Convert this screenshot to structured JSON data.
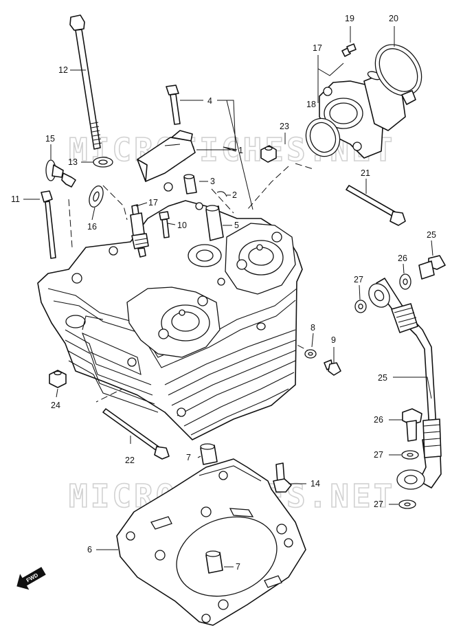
{
  "watermark": "MICROFICHES.NET",
  "direction_marker": "FWD",
  "callouts": [
    {
      "id": "1",
      "text": "1"
    },
    {
      "id": "2",
      "text": "2"
    },
    {
      "id": "3",
      "text": "3"
    },
    {
      "id": "4",
      "text": "4"
    },
    {
      "id": "5",
      "text": "5"
    },
    {
      "id": "6",
      "text": "6"
    },
    {
      "id": "7a",
      "text": "7"
    },
    {
      "id": "7b",
      "text": "7"
    },
    {
      "id": "8",
      "text": "8"
    },
    {
      "id": "9",
      "text": "9"
    },
    {
      "id": "10",
      "text": "10"
    },
    {
      "id": "11",
      "text": "11"
    },
    {
      "id": "12",
      "text": "12"
    },
    {
      "id": "13",
      "text": "13"
    },
    {
      "id": "14",
      "text": "14"
    },
    {
      "id": "15",
      "text": "15"
    },
    {
      "id": "16",
      "text": "16"
    },
    {
      "id": "17",
      "text": "17"
    },
    {
      "id": "18",
      "text": "18"
    },
    {
      "id": "19",
      "text": "19"
    },
    {
      "id": "20",
      "text": "20"
    },
    {
      "id": "21",
      "text": "21"
    },
    {
      "id": "22",
      "text": "22"
    },
    {
      "id": "23",
      "text": "23"
    },
    {
      "id": "24a",
      "text": "24"
    },
    {
      "id": "24b",
      "text": "24"
    },
    {
      "id": "25",
      "text": "25"
    },
    {
      "id": "26a",
      "text": "26"
    },
    {
      "id": "26b",
      "text": "26"
    },
    {
      "id": "27a",
      "text": "27"
    },
    {
      "id": "27b",
      "text": "27"
    },
    {
      "id": "27c",
      "text": "27"
    },
    {
      "id": "27d",
      "text": "27"
    }
  ]
}
